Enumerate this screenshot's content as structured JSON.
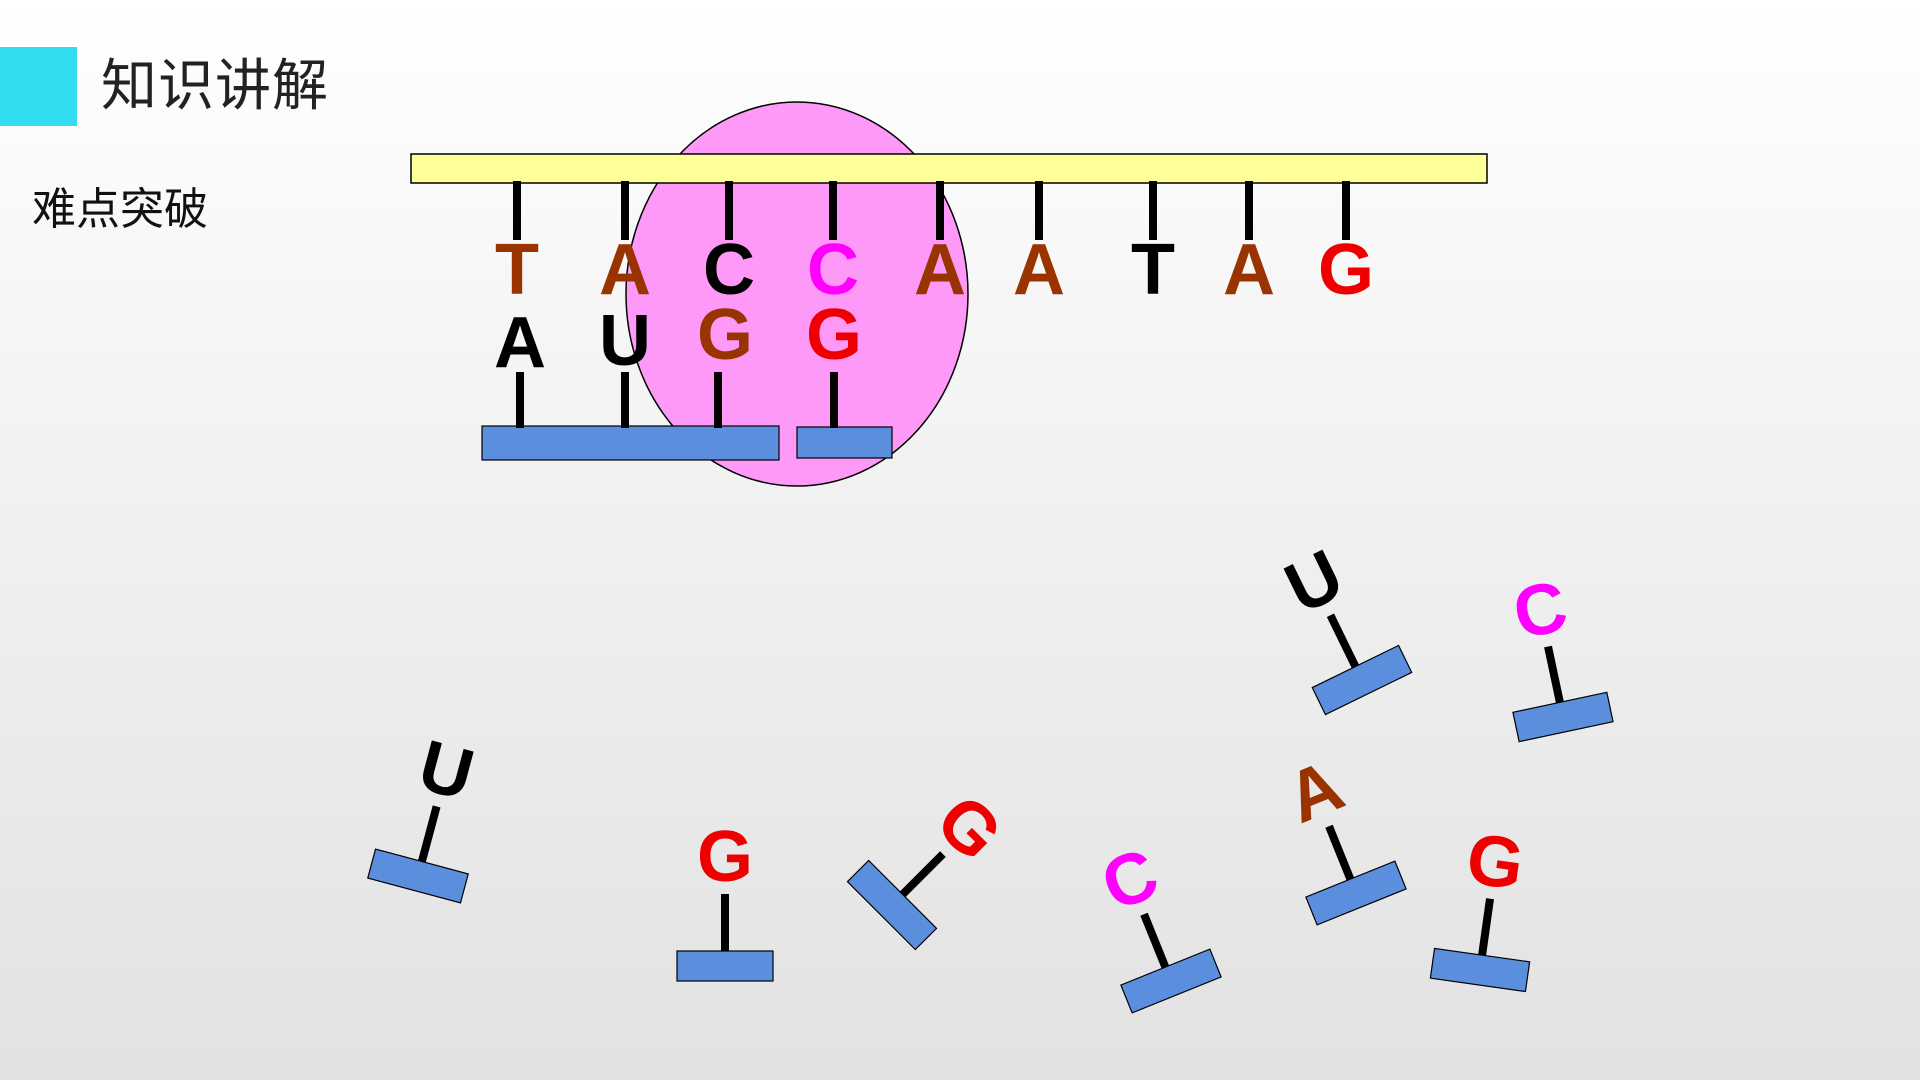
{
  "header": {
    "title": "知识讲解",
    "accent_color": "#33ddf0"
  },
  "subsection": {
    "title": "难点突破"
  },
  "colors": {
    "ribosome": "#ff99f8",
    "dna_strand": "#ffff99",
    "nucleotide_block": "#5b8fde",
    "stem": "#000000",
    "base_T": "#993300",
    "base_A": "#993300",
    "base_C": "#000000",
    "base_C_alt": "#ff00ff",
    "base_G": "#ee0000"
  },
  "template_strand": {
    "bases": [
      {
        "letter": "T",
        "color": "#993300"
      },
      {
        "letter": "A",
        "color": "#993300"
      },
      {
        "letter": "C",
        "color": "#000000"
      },
      {
        "letter": "C",
        "color": "#ff00ff"
      },
      {
        "letter": "A",
        "color": "#993300"
      },
      {
        "letter": "A",
        "color": "#993300"
      },
      {
        "letter": "T",
        "color": "#000000"
      },
      {
        "letter": "A",
        "color": "#993300"
      },
      {
        "letter": "G",
        "color": "#ee0000"
      }
    ]
  },
  "paired_bases": [
    {
      "letter": "A",
      "color": "#000000"
    },
    {
      "letter": "U",
      "color": "#000000"
    },
    {
      "letter": "G",
      "color": "#993300"
    },
    {
      "letter": "G",
      "color": "#ee0000"
    }
  ],
  "free_nucleotides": [
    {
      "letter": "U",
      "color": "#000000"
    },
    {
      "letter": "G",
      "color": "#ee0000"
    },
    {
      "letter": "G",
      "color": "#ee0000"
    },
    {
      "letter": "C",
      "color": "#ff00ff"
    },
    {
      "letter": "A",
      "color": "#993300"
    },
    {
      "letter": "G",
      "color": "#ee0000"
    },
    {
      "letter": "U",
      "color": "#000000"
    },
    {
      "letter": "C",
      "color": "#ff00ff"
    }
  ]
}
